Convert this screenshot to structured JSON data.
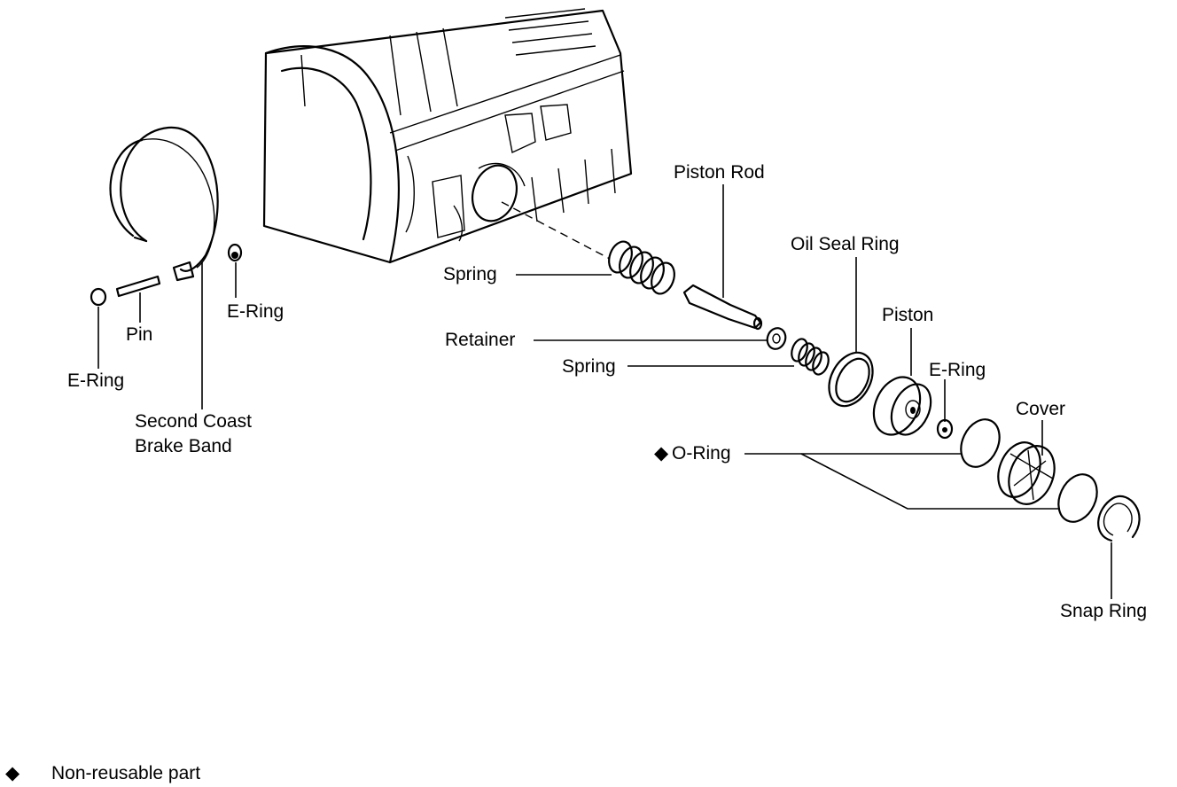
{
  "labels": {
    "piston_rod": "Piston Rod",
    "oil_seal_ring": "Oil Seal Ring",
    "spring_outer": "Spring",
    "piston": "Piston",
    "retainer": "Retainer",
    "e_ring_piston": "E-Ring",
    "spring_inner": "Spring",
    "cover": "Cover",
    "o_ring": "O-Ring",
    "snap_ring": "Snap Ring",
    "e_ring_right": "E-Ring",
    "pin": "Pin",
    "e_ring_left": "E-Ring",
    "brake_band_line1": "Second Coast",
    "brake_band_line2": "Brake Band"
  },
  "legend": {
    "symbol": "◆",
    "text": "Non-reusable part"
  },
  "o_ring_marker": "◆"
}
